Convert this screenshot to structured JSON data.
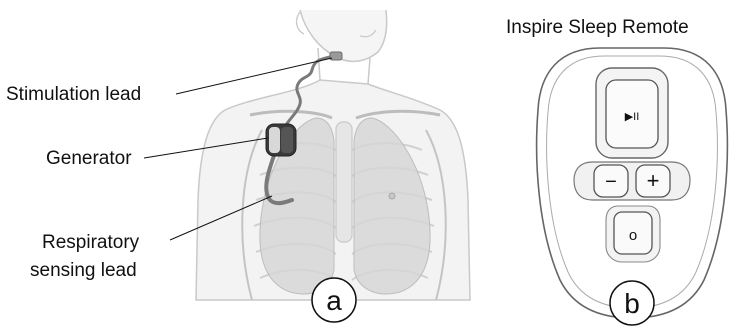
{
  "labels": {
    "stimulation_lead": "Stimulation lead",
    "generator": "Generator",
    "respiratory_line1": "Respiratory",
    "respiratory_line2": "sensing lead",
    "remote_title": "Inspire Sleep Remote",
    "panel_a": "a",
    "panel_b": "b",
    "play_pause_symbol": "▶II",
    "minus_symbol": "−",
    "plus_symbol": "+",
    "power_symbol": "o"
  },
  "icons": {
    "play_pause": "play-pause-icon",
    "minus": "minus-icon",
    "plus": "plus-icon",
    "power": "power-icon"
  },
  "colors": {
    "body_outline": "#c9c9c9",
    "body_fill": "#f2f2f2",
    "lung_fill": "#d4d4d4",
    "lead_gray": "#7a7a7a",
    "device_dark": "#333333",
    "remote_outline": "#666666",
    "label_text": "#111111"
  }
}
